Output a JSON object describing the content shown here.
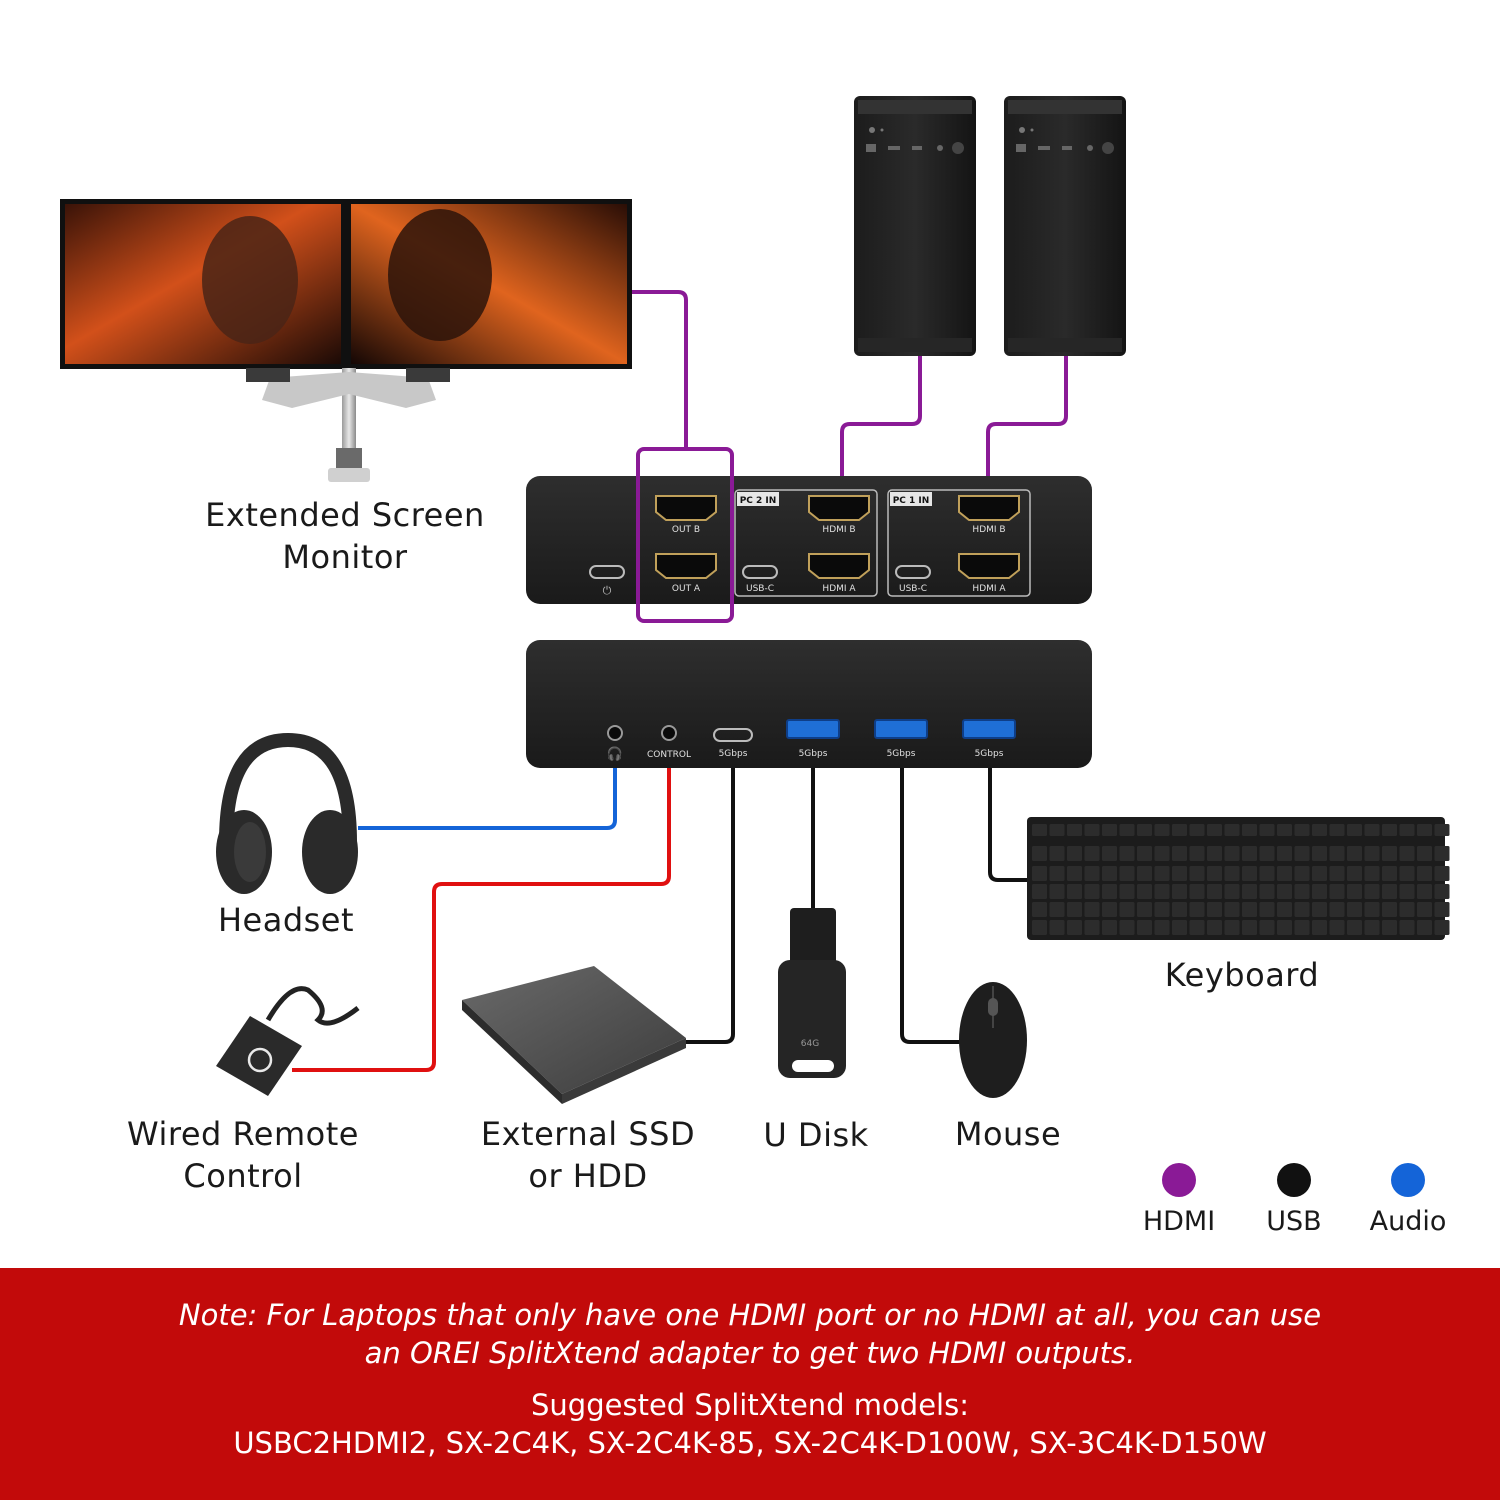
{
  "labels": {
    "extended_screen": [
      "Extended Screen",
      "Monitor"
    ],
    "headset": "Headset",
    "wired_remote": [
      "Wired Remote",
      "Control"
    ],
    "external_ssd": [
      "External SSD",
      "or HDD"
    ],
    "u_disk": "U Disk",
    "mouse": "Mouse",
    "keyboard": "Keyboard"
  },
  "front_panel": {
    "out_b": "OUT B",
    "out_a": "OUT A",
    "pc2_tag": "PC 2 IN",
    "pc1_tag": "PC 1 IN",
    "hdmi_b": "HDMI B",
    "hdmi_a": "HDMI A",
    "usb_c": "USB-C"
  },
  "rear_panel": {
    "control": "CONTROL",
    "port_speed": "5Gbps"
  },
  "usb_drive_capacity": "64G",
  "legend": [
    {
      "label": "HDMI",
      "color": "#8a1a96"
    },
    {
      "label": "USB",
      "color": "#111111"
    },
    {
      "label": "Audio",
      "color": "#1464d8"
    }
  ],
  "wire_colors": {
    "hdmi": "#8a1a96",
    "usb": "#111111",
    "audio": "#1464d8",
    "control": "#e01010"
  },
  "note": {
    "line1": "Note: For Laptops that only have one HDMI port or no HDMI at all, you can use",
    "line2": "an OREI SplitXtend adapter to get two HDMI outputs.",
    "line3": "Suggested SplitXtend models:",
    "line4": "USBC2HDMI2, SX-2C4K, SX-2C4K-85, SX-2C4K-D100W, SX-3C4K-D150W"
  }
}
